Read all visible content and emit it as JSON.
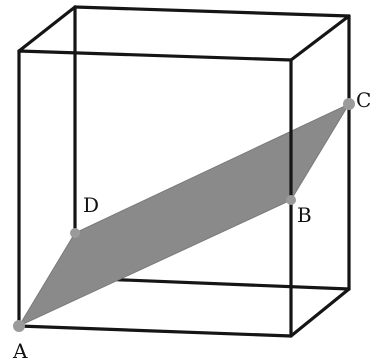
{
  "figure": {
    "points": {
      "A": "A",
      "B": "B",
      "C": "C",
      "D": "D"
    }
  }
}
